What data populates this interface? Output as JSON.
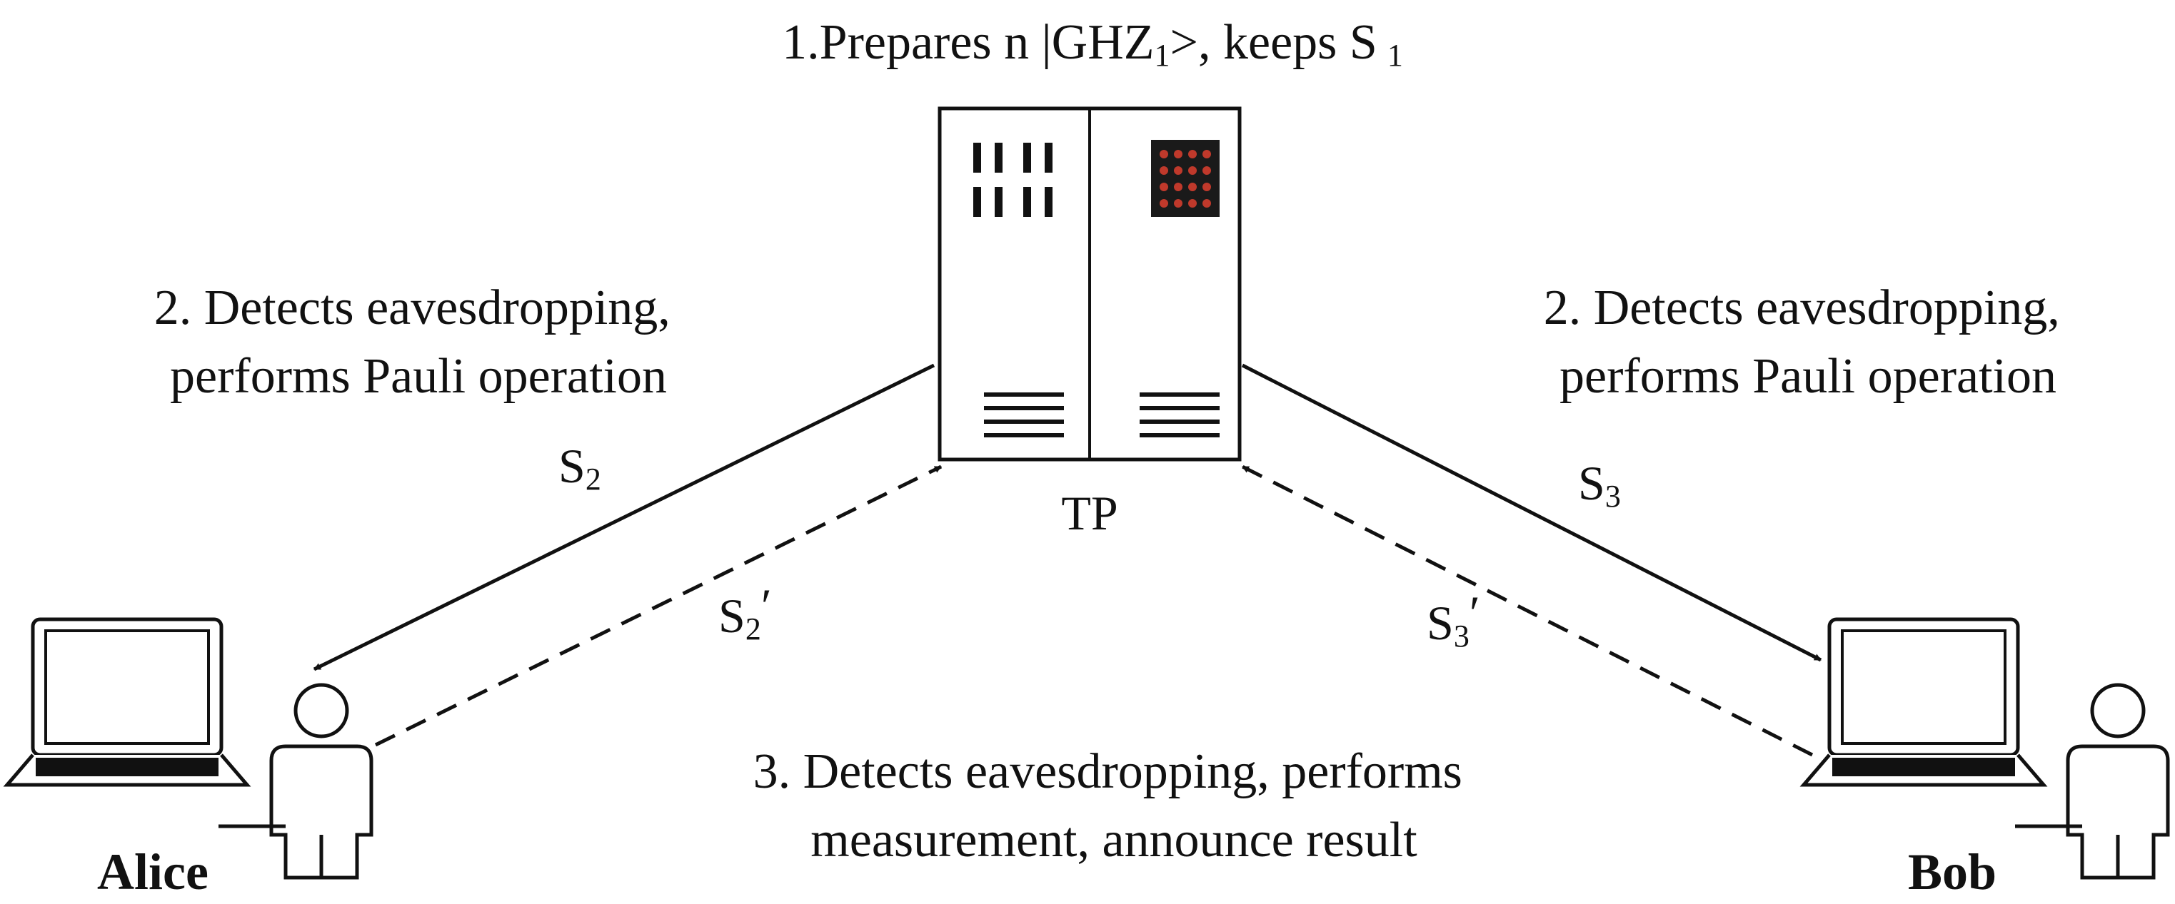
{
  "diagram": {
    "top_caption": {
      "prefix": "1.Prepares n ",
      "ket_open": "|",
      "state": "GHZ",
      "state_sub": "1",
      "ket_close": ">",
      "suffix": ", keeps S",
      "suffix_sub": "1"
    },
    "left_note": {
      "line1": "2. Detects eavesdropping,",
      "line2": "performs Pauli operation"
    },
    "right_note": {
      "line1": "2. Detects eavesdropping,",
      "line2": "performs Pauli operation"
    },
    "bottom_note": {
      "line1": "3. Detects eavesdropping, performs",
      "line2": "measurement, announce result"
    },
    "server_label": "TP",
    "edges": {
      "s2": {
        "base": "S",
        "sub": "2"
      },
      "s2_prime": {
        "base": "S",
        "sub": "2",
        "mark": "′"
      },
      "s3": {
        "base": "S",
        "sub": "3"
      },
      "s3_prime": {
        "base": "S",
        "sub": "3",
        "mark": "′"
      }
    },
    "participants": {
      "left": "Alice",
      "right": "Bob"
    },
    "colors": {
      "stroke": "#111111",
      "led_panel": "#1a1a1a",
      "led": "#c0392b"
    },
    "icons": {
      "server": "server-rack-icon",
      "laptop": "laptop-icon",
      "person": "person-icon"
    }
  }
}
